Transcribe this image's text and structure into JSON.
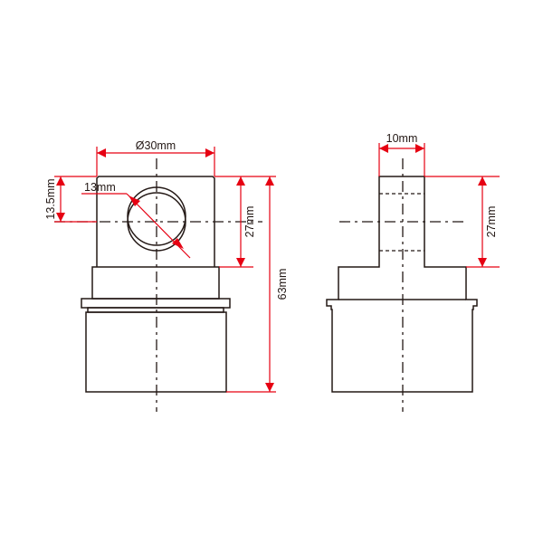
{
  "front_view": {
    "diameter_label": "Ø30mm",
    "hole_offset_label": "13.5mm",
    "hole_diameter_label": "13mm",
    "upper_height_label": "27mm",
    "total_height_label": "63mm"
  },
  "side_view": {
    "width_label": "10mm",
    "upper_height_label": "27mm"
  },
  "colors": {
    "outline": "#231815",
    "dimension": "#e60012"
  }
}
